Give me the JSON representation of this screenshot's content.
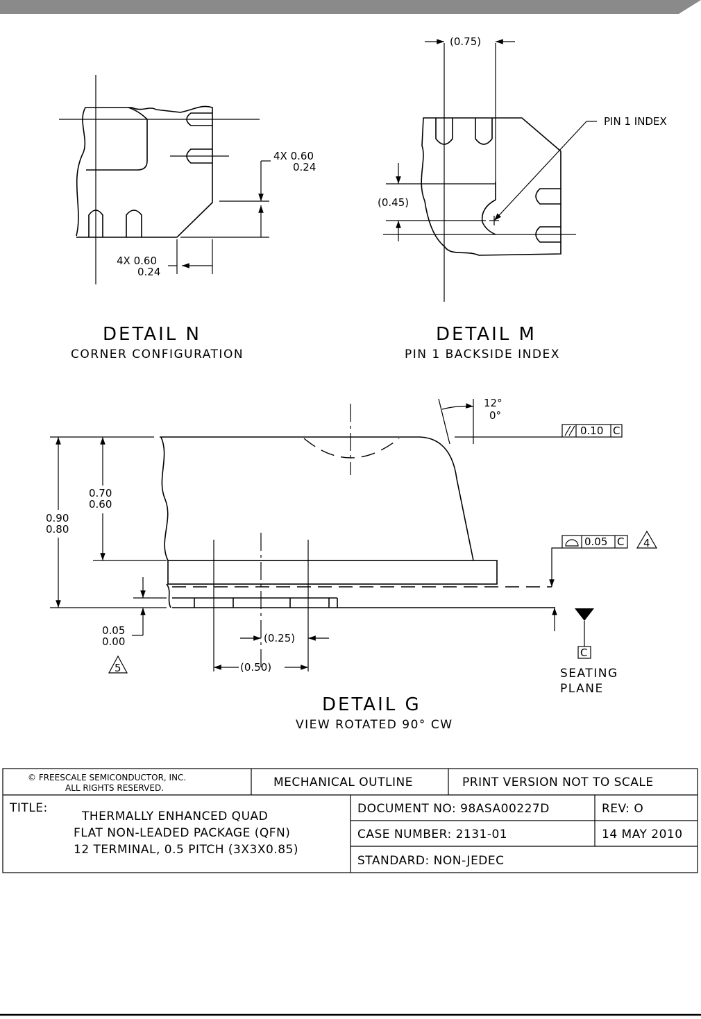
{
  "details": {
    "n": {
      "title": "DETAIL  N",
      "subtitle": "CORNER CONFIGURATION",
      "dim_right_a": "4X 0.60",
      "dim_right_b": "0.24",
      "dim_bottom_a": "4X 0.60",
      "dim_bottom_b": "0.24"
    },
    "m": {
      "title": "DETAIL  M",
      "subtitle": "PIN 1 BACKSIDE INDEX",
      "dim_top": "(0.75)",
      "dim_left": "(0.45)",
      "callout": "PIN 1 INDEX"
    },
    "g": {
      "title": "DETAIL  G",
      "subtitle": "VIEW ROTATED 90°  CW",
      "angle_max": "12°",
      "angle_min": "0°",
      "tol_parallel_value": "0.10",
      "tol_parallel_datum": "C",
      "tol_profile_value": "0.05",
      "tol_profile_datum": "C",
      "note_4": "4",
      "note_5": "5",
      "dim_height_a": "0.70",
      "dim_height_b": "0.60",
      "dim_total_a": "0.90",
      "dim_total_b": "0.80",
      "dim_standoff_a": "0.05",
      "dim_standoff_b": "0.00",
      "dim_pad": "(0.25)",
      "dim_pitch": "(0.50)",
      "datum": "C",
      "seating_1": "SEATING",
      "seating_2": "PLANE"
    }
  },
  "title_block": {
    "copyright_1": "©  FREESCALE SEMICONDUCTOR,  INC.",
    "copyright_2": "ALL RIGHTS RESERVED.",
    "outline": "MECHANICAL OUTLINE",
    "print_version": "PRINT VERSION NOT TO SCALE",
    "title_label": "TITLE:",
    "title_1": "THERMALLY ENHANCED QUAD",
    "title_2": "FLAT NON-LEADED PACKAGE (QFN)",
    "title_3": "12 TERMINAL, 0.5 PITCH (3X3X0.85)",
    "document_no": "DOCUMENT NO: 98ASA00227D",
    "rev": "REV: O",
    "case_number": "CASE NUMBER: 2131-01",
    "date": "14 MAY 2010",
    "standard": "STANDARD: NON-JEDEC"
  },
  "colors": {
    "header_bar": "#8a8a8a",
    "ink": "#000000"
  }
}
